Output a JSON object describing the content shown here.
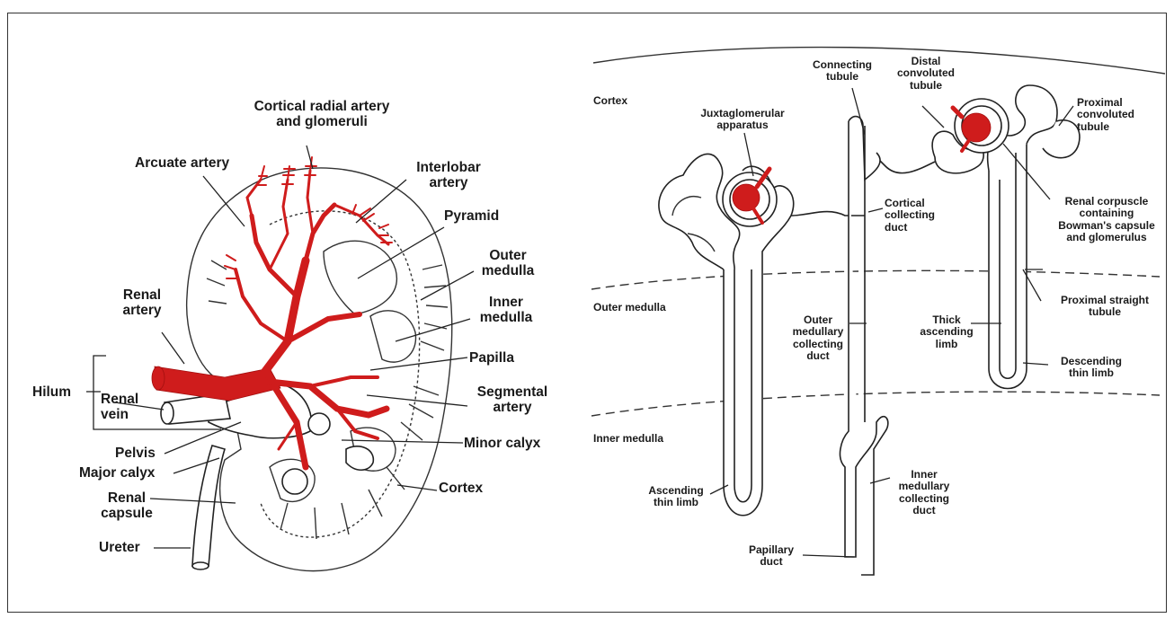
{
  "colors": {
    "artery_red": "#cf1c1c",
    "line_ink": "#222222",
    "frame": "#333333"
  },
  "kidney": {
    "cortical_radial": "Cortical radial artery\nand glomeruli",
    "arcuate_artery": "Arcuate artery",
    "interlobar_artery": "Interlobar\nartery",
    "pyramid": "Pyramid",
    "outer_medulla": "Outer\nmedulla",
    "inner_medulla": "Inner\nmedulla",
    "renal_artery": "Renal\nartery",
    "papilla": "Papilla",
    "hilum": "Hilum",
    "renal_vein": "Renal\nvein",
    "segmental_artery": "Segmental\nartery",
    "pelvis": "Pelvis",
    "major_calyx": "Major calyx",
    "minor_calyx": "Minor calyx",
    "renal_capsule": "Renal\ncapsule",
    "cortex": "Cortex",
    "ureter": "Ureter"
  },
  "nephron": {
    "zone_cortex": "Cortex",
    "zone_outer_medulla": "Outer medulla",
    "zone_inner_medulla": "Inner medulla",
    "connecting_tubule": "Connecting\ntubule",
    "distal_convoluted_tubule": "Distal\nconvoluted\ntubule",
    "juxtaglomerular_apparatus": "Juxtaglomerular\napparatus",
    "proximal_convoluted_tubule": "Proximal\nconvoluted\ntubule",
    "cortical_collecting_duct": "Cortical\ncollecting\nduct",
    "renal_corpuscle": "Renal corpuscle\ncontaining\nBowman's capsule\nand glomerulus",
    "proximal_straight_tubule": "Proximal straight\ntubule",
    "outer_medullary_collecting_duct": "Outer\nmedullary\ncollecting\nduct",
    "thick_ascending_limb": "Thick\nascending\nlimb",
    "descending_thin_limb": "Descending\nthin limb",
    "ascending_thin_limb": "Ascending\nthin limb",
    "inner_medullary_collecting_duct": "Inner\nmedullary\ncollecting\nduct",
    "papillary_duct": "Papillary\nduct"
  }
}
